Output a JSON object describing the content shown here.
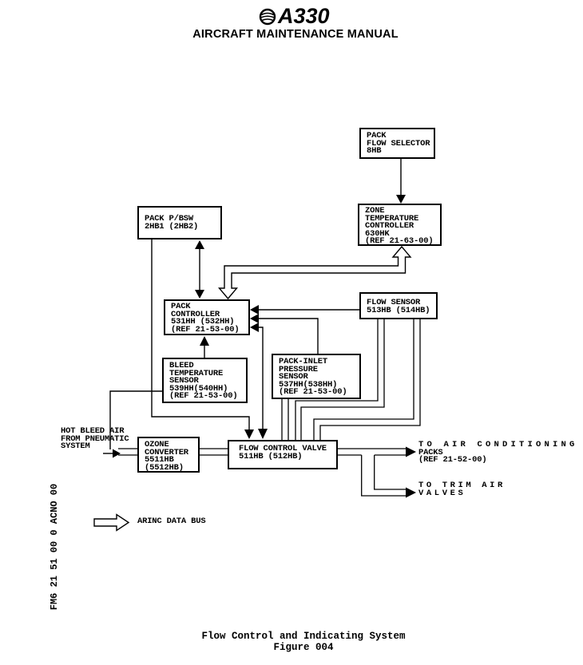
{
  "header": {
    "model": "A330",
    "title": "AIRCRAFT MAINTENANCE MANUAL",
    "logo_icon": "airbus-swirl-icon"
  },
  "boxes": {
    "pack_flow_selector": {
      "text": "PACK\nFLOW SELECTOR\n8HB"
    },
    "zone_temp_controller": {
      "text": "ZONE\nTEMPERATURE\nCONTROLLER\n630HK\n(REF 21-63-00)"
    },
    "pack_pbsw": {
      "text": "PACK P/BSW\n2HB1 (2HB2)"
    },
    "pack_controller": {
      "text": "PACK\nCONTROLLER\n531HH (532HH)\n(REF 21-53-00)"
    },
    "flow_sensor": {
      "text": "FLOW SENSOR\n513HB (514HB)"
    },
    "bleed_temp_sensor": {
      "text": "BLEED\nTEMPERATURE\nSENSOR\n539HH(540HH)\n(REF 21-53-00)"
    },
    "pack_inlet_pressure_sensor": {
      "text": "PACK-INLET\nPRESSURE\nSENSOR\n537HH(538HH)\n(REF 21-53-00)"
    },
    "ozone_converter": {
      "text": "OZONE\nCONVERTER\n5511HB\n(5512HB)"
    },
    "flow_control_valve": {
      "text": "FLOW CONTROL VALVE\n511HB (512HB)"
    }
  },
  "labels": {
    "hot_bleed_air": "HOT BLEED AIR\nFROM PNEUMATIC\nSYSTEM",
    "to_air_conditioning_line1": "TO AIR CONDITIONING",
    "to_air_conditioning_rest": "PACKS\n(REF 21-52-00)",
    "to_trim_air": "TO TRIM AIR\nVALVES",
    "arinc_data_bus": "ARINC DATA BUS",
    "side_code": "FM6 21 51 00 0 ACNO 00"
  },
  "footer": {
    "title": "Flow Control and Indicating System",
    "figure": "Figure 004"
  },
  "colors": {
    "ink": "#000000",
    "paper": "#ffffff"
  }
}
